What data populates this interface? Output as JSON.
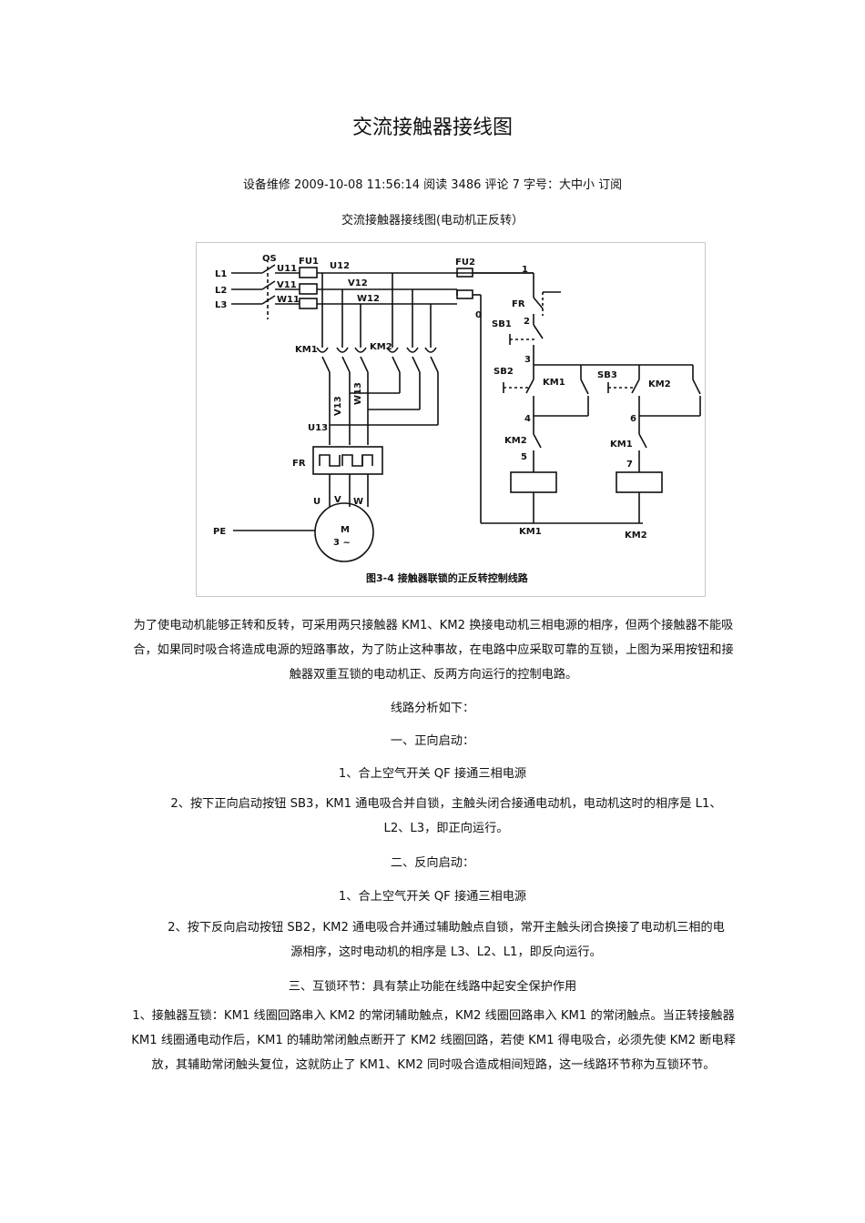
{
  "article": {
    "title": "交流接触器接线图",
    "meta": "设备维修  2009-10-08 11:56:14  阅读 3486  评论 7    字号：大中小 订阅",
    "subtitle": "交流接触器接线图(电动机正反转）"
  },
  "figure": {
    "caption": "图3-4  接触器联锁的正反转控制线路",
    "labels": {
      "qs": "QS",
      "fu1": "FU1",
      "fu2": "FU2",
      "l1": "L1",
      "l2": "L2",
      "l3": "L3",
      "u11": "U11",
      "v11": "V11",
      "w11": "W11",
      "u12": "U12",
      "v12": "V12",
      "w12": "W12",
      "km1": "KM1",
      "km2": "KM2",
      "v13": "V13",
      "w13": "W13",
      "u13": "U13",
      "fr": "FR",
      "u": "U",
      "v": "V",
      "w": "W",
      "motor": "M",
      "motor_phase": "3 ~",
      "pe": "PE",
      "n0": "0",
      "n1": "1",
      "n2": "2",
      "n3": "3",
      "n4": "4",
      "n5": "5",
      "n6": "6",
      "n7": "7",
      "sb1": "SB1",
      "sb2": "SB2",
      "sb3": "SB3"
    }
  },
  "body": {
    "intro": "为了使电动机能够正转和反转，可采用两只接触器 KM1、KM2 换接电动机三相电源的相序，但两个接触器不能吸合，如果同时吸合将造成电源的短路事故，为了防止这种事故，在电路中应采取可靠的互锁，上图为采用按钮和接触器双重互锁的电动机正、反两方向运行的控制电路。",
    "analysis_heading": "线路分析如下：",
    "section1": "一、正向启动：",
    "s1_step1": "1、合上空气开关 QF 接通三相电源",
    "s1_step2": "2、按下正向启动按钮 SB3，KM1 通电吸合并自锁，主触头闭合接通电动机，电动机这时的相序是 L1、L2、L3，即正向运行。",
    "section2": "二、反向启动：",
    "s2_step1": "1、合上空气开关 QF 接通三相电源",
    "s2_step2": "2、按下反向启动按钮 SB2，KM2 通电吸合并通过辅助触点自锁，常开主触头闭合换接了电动机三相的电源相序，这时电动机的相序是  L3、L2、L1，即反向运行。",
    "section3": "三、互锁环节：具有禁止功能在线路中起安全保护作用",
    "s3_para": "1、接触器互锁：KM1 线圈回路串入 KM2 的常闭辅助触点，KM2 线圈回路串入 KM1 的常闭触点。当正转接触器 KM1 线圈通电动作后，KM1 的辅助常闭触点断开了 KM2 线圈回路，若使 KM1 得电吸合，必须先使 KM2 断电释放，其辅助常闭触头复位，这就防止了  KM1、KM2 同时吸合造成相间短路，这一线路环节称为互锁环节。"
  }
}
